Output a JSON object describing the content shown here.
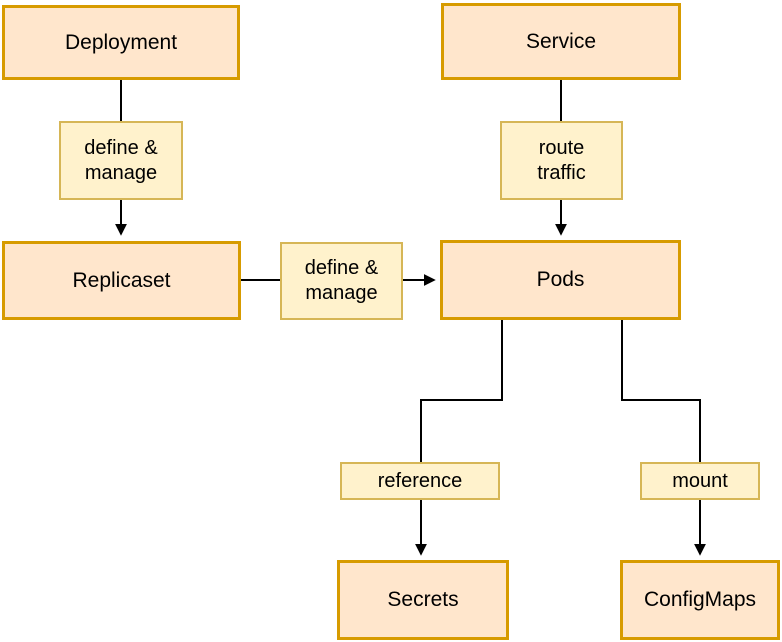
{
  "colors": {
    "background": "#FFFFFF",
    "node_fill": "#FFE6CC",
    "node_border": "#D79B00",
    "label_fill": "#FFF2CC",
    "label_border": "#D6B656",
    "line": "#000000"
  },
  "nodes": [
    {
      "id": "deployment",
      "label": "Deployment"
    },
    {
      "id": "service",
      "label": "Service"
    },
    {
      "id": "replicaset",
      "label": "Replicaset"
    },
    {
      "id": "pods",
      "label": "Pods"
    },
    {
      "id": "secrets",
      "label": "Secrets"
    },
    {
      "id": "configmaps",
      "label": "ConfigMaps"
    }
  ],
  "edges": [
    {
      "from": "Deployment",
      "to": "Replicaset",
      "label": "define &\nmanage"
    },
    {
      "from": "Service",
      "to": "Pods",
      "label": "route\ntraffic"
    },
    {
      "from": "Replicaset",
      "to": "Pods",
      "label": "define &\nmanage"
    },
    {
      "from": "Pods",
      "to": "Secrets",
      "label": "reference"
    },
    {
      "from": "Pods",
      "to": "ConfigMaps",
      "label": "mount"
    }
  ]
}
